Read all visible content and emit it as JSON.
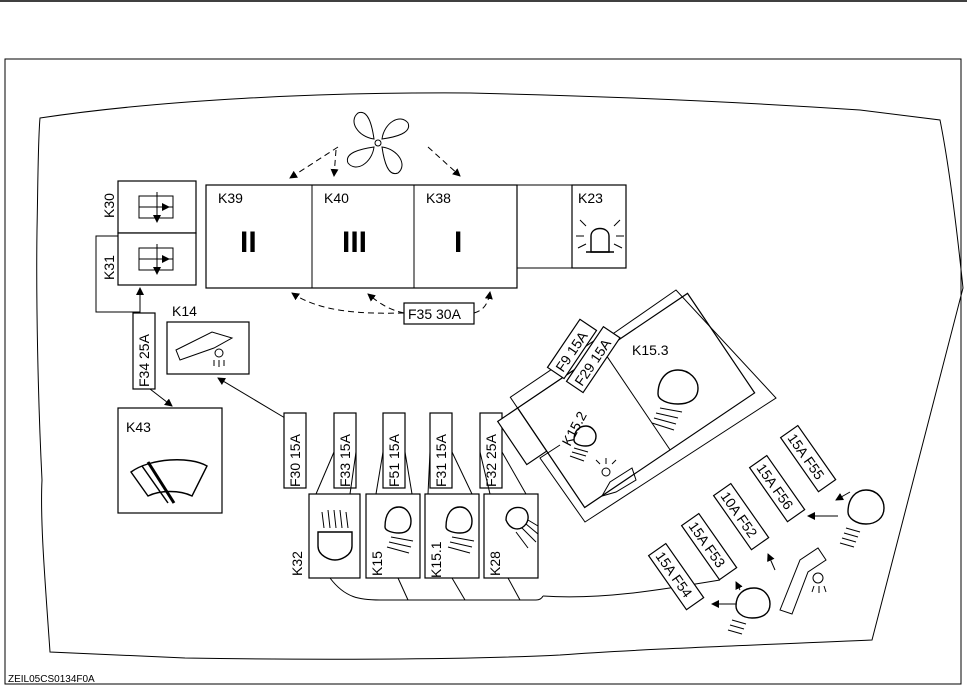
{
  "relays": {
    "k30": "K30",
    "k31": "K31",
    "k39": "K39",
    "k40": "K40",
    "k38": "K38",
    "k23": "K23",
    "k14": "K14",
    "k43": "K43",
    "k15_3": "K15.3",
    "k15_2": "K15.2",
    "k32": "K32",
    "k15": "K15",
    "k15_1": "K15.1",
    "k28": "K28"
  },
  "fan_speeds": {
    "k39": "II",
    "k40": "III",
    "k38": "I"
  },
  "fuses": {
    "f35": "F35 30A",
    "f34": "F34 25A",
    "f30": "F30 15A",
    "f33": "F33 15A",
    "f51": "F51 15A",
    "f31": "F31 15A",
    "f32": "F32 25A",
    "f9": "F9 15A",
    "f29": "F29 15A",
    "f55": "15A F55",
    "f56": "15A F56",
    "f52": "10A F52",
    "f53": "15A F53",
    "f54": "15A F54"
  },
  "reference": "ZEIL05CS0134F0A",
  "icons": [
    "fan-icon",
    "beacon-icon",
    "window-lift-icon",
    "wiper-icon",
    "headlamp-icon",
    "fog-lamp-icon",
    "work-lamp-icon"
  ]
}
